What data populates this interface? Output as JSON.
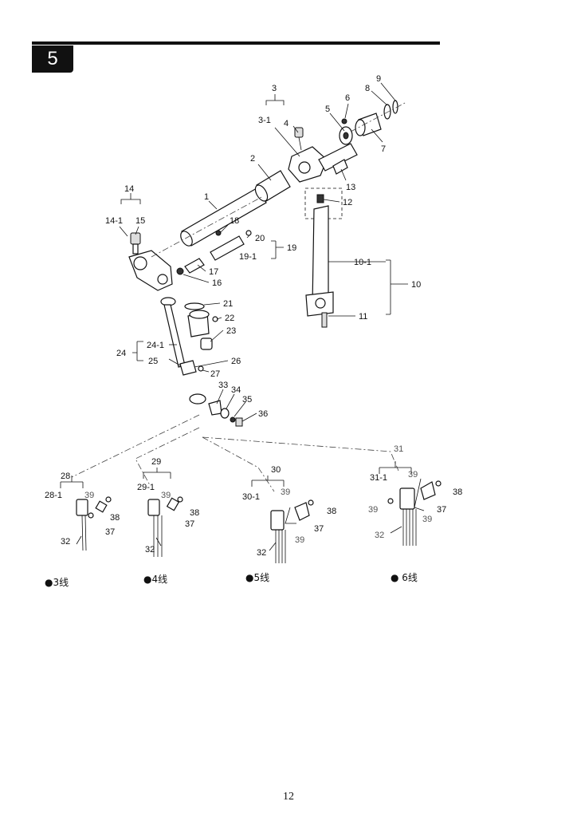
{
  "section_number": "5",
  "page_number": "12",
  "callouts": {
    "c1": "1",
    "c2": "2",
    "c3": "3",
    "c3_1": "3-1",
    "c4": "4",
    "c5": "5",
    "c6": "6",
    "c7": "7",
    "c8": "8",
    "c9": "9",
    "c10": "10",
    "c10_1": "10-1",
    "c11": "11",
    "c12": "12",
    "c13": "13",
    "c14": "14",
    "c14_1": "14-1",
    "c15": "15",
    "c16": "16",
    "c17": "17",
    "c18": "18",
    "c19": "19",
    "c19_1": "19-1",
    "c20": "20",
    "c21": "21",
    "c22": "22",
    "c23": "23",
    "c24": "24",
    "c24_1": "24-1",
    "c25": "25",
    "c26": "26",
    "c27": "27",
    "c33": "33",
    "c34": "34",
    "c35": "35",
    "c36": "36"
  },
  "variants": [
    {
      "group": "28",
      "sub": "28-1",
      "labels": [
        "39",
        "38",
        "37",
        "32"
      ],
      "caption": "●3线"
    },
    {
      "group": "29",
      "sub": "29-1",
      "labels": [
        "39",
        "38",
        "37",
        "32"
      ],
      "caption": "●4线"
    },
    {
      "group": "30",
      "sub": "30-1",
      "labels": [
        "39",
        "38",
        "37",
        "39",
        "32"
      ],
      "caption": "●5线"
    },
    {
      "group": "31",
      "sub": "31-1",
      "labels": [
        "39",
        "38",
        "39",
        "37",
        "39",
        "32"
      ],
      "caption": "● 6线"
    }
  ]
}
